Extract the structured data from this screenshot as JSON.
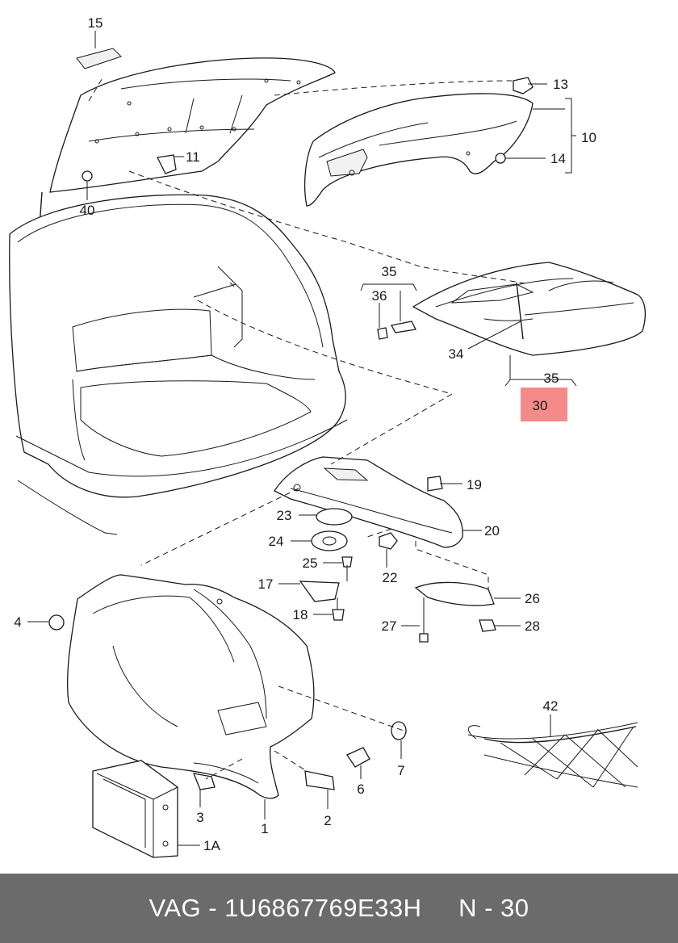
{
  "highlight_color": "#f48a8a",
  "footer": {
    "brand": "VAG",
    "part_number": "1U6867769E33H",
    "ref": "N - 30",
    "background": "#6b6b6b"
  },
  "labels": {
    "l15": "15",
    "l13": "13",
    "l10": "10",
    "l14": "14",
    "l11": "11",
    "l40": "40",
    "l35a": "35",
    "l36": "36",
    "l34": "34",
    "l35b": "35",
    "l30": "30",
    "l19": "19",
    "l23": "23",
    "l20": "20",
    "l24": "24",
    "l22": "22",
    "l25": "25",
    "l17": "17",
    "l26": "26",
    "l18": "18",
    "l4": "4",
    "l27": "27",
    "l28": "28",
    "l42": "42",
    "l7": "7",
    "l6": "6",
    "l3": "3",
    "l2": "2",
    "l1": "1",
    "l1A": "1A"
  }
}
